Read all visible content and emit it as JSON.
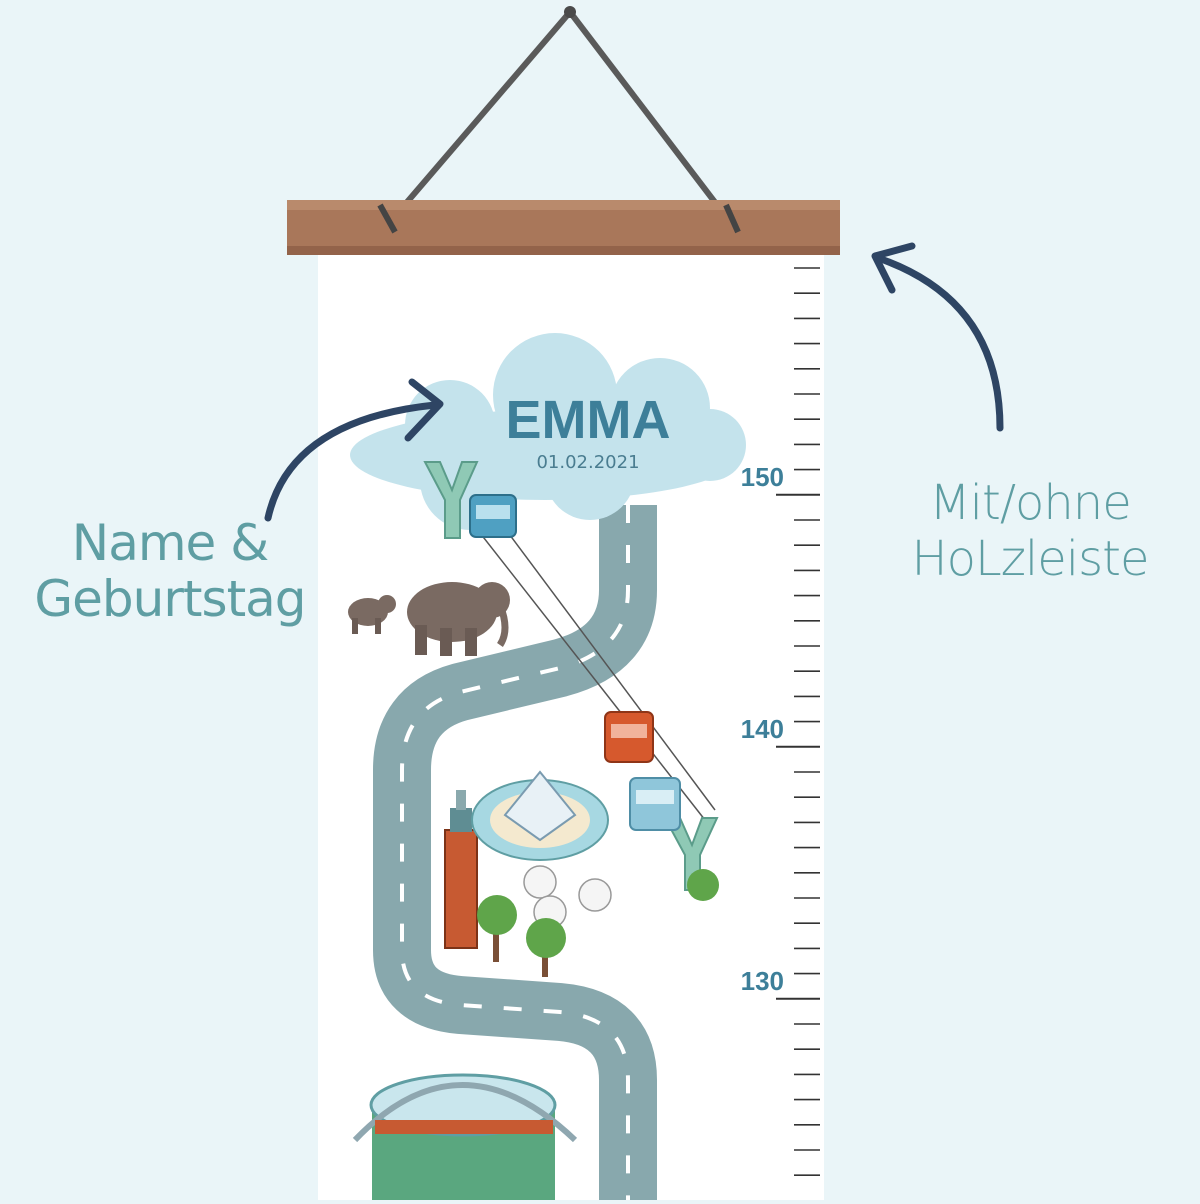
{
  "chart": {
    "name": "EMMA",
    "birthday": "01.02.2021",
    "ruler_labels": [
      "150",
      "140",
      "130"
    ]
  },
  "callouts": {
    "left": [
      "Name &",
      "Geburtstag"
    ],
    "right": [
      "Mit/ohne",
      "HoLzleiste"
    ]
  },
  "colors": {
    "background": "#eaf5f8",
    "accent_text": "#5f9ea3",
    "arrow": "#2e4564",
    "ruler_label": "#3d7f99",
    "wood": "#a9775a",
    "cloud": "#c4e3ec"
  }
}
